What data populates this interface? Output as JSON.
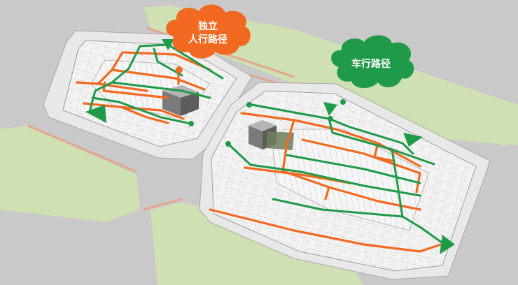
{
  "legend": {
    "pedestrian_line1": "独立",
    "pedestrian_line2": "人行路径",
    "vehicle": "车行路径"
  },
  "colors": {
    "pedestrian": "#f26a21",
    "vehicle": "#1f9a48",
    "road": "#c8c8c8",
    "greenbelt": "#cfe0b3",
    "floor": "#f4f4f4",
    "sidewalk": "#e4a48f"
  },
  "icons": {
    "entrance_marker": "triangle-marker-icon",
    "node_marker": "circle-node-icon",
    "stair_core": "building-core-icon"
  }
}
